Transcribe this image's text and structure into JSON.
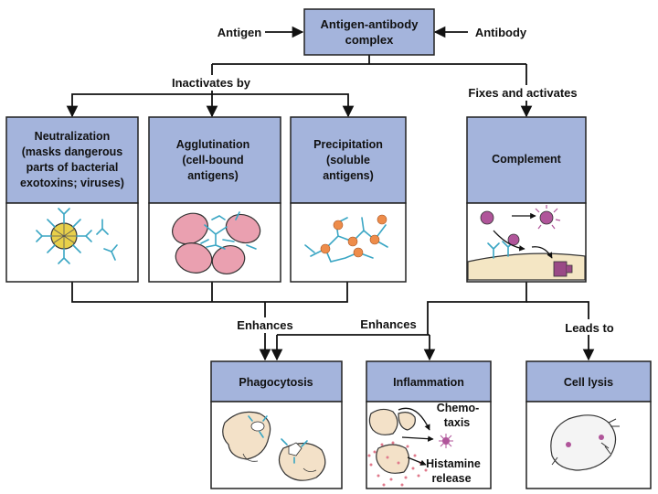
{
  "nodes": {
    "antigen": "Antigen",
    "antibody": "Antibody",
    "complex": [
      "Antigen-antibody",
      "complex"
    ],
    "neutralization": [
      "Neutralization",
      "(masks dangerous",
      "parts of bacterial",
      "exotoxins; viruses)"
    ],
    "agglutination": [
      "Agglutination",
      "(cell-bound",
      "antigens)"
    ],
    "precipitation": [
      "Precipitation",
      "(soluble",
      "antigens)"
    ],
    "complement": "Complement",
    "phagocytosis": "Phagocytosis",
    "inflammation": "Inflammation",
    "cell_lysis": "Cell lysis"
  },
  "edges": {
    "inactivates_by": "Inactivates by",
    "fixes_and_activates": "Fixes and activates",
    "enhances_left": "Enhances",
    "enhances_center": "Enhances",
    "leads_to": "Leads to"
  },
  "annotations": {
    "chemotaxis": [
      "Chemo-",
      "taxis"
    ],
    "histamine": [
      "Histamine",
      "release"
    ]
  },
  "colors": {
    "header_fill": "#a4b4dc",
    "antibody": "#3aa6c4",
    "cell": "#eaa0b0",
    "complement_protein": "#b0559a",
    "antigen_dot": "#ee8c4a"
  }
}
